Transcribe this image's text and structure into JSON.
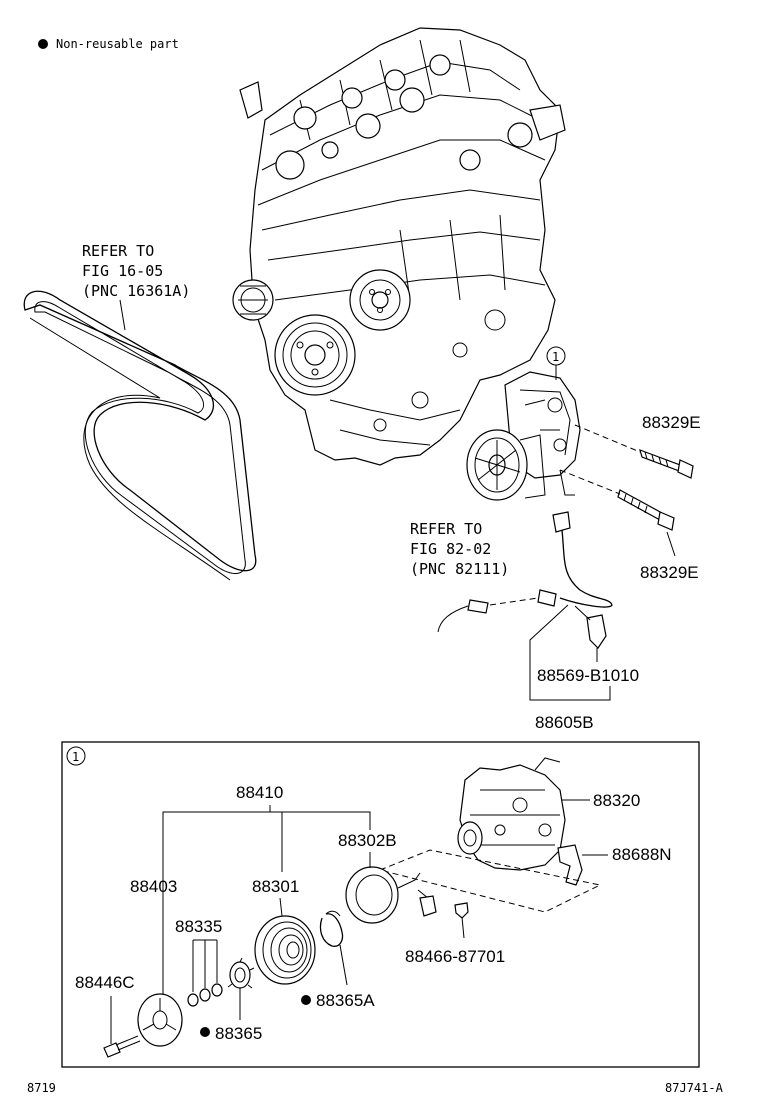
{
  "legend": {
    "text": "Non-reusable part"
  },
  "refs": [
    {
      "lines": [
        "REFER TO",
        "FIG 16-05",
        "(PNC 16361A)"
      ]
    },
    {
      "lines": [
        "REFER TO",
        "FIG 82-02",
        "(PNC 82111)"
      ]
    }
  ],
  "parts": {
    "p88329E_a": "88329E",
    "p88329E_b": "88329E",
    "p88569": "88569-B1010",
    "p88605B": "88605B",
    "p88410": "88410",
    "p88320": "88320",
    "p88302B": "88302B",
    "p88688N": "88688N",
    "p88403": "88403",
    "p88301": "88301",
    "p88335": "88335",
    "p88446C": "88446C",
    "p88365A": "88365A",
    "p88365": "88365",
    "p88466": "88466-87701"
  },
  "callout": {
    "number": "1"
  },
  "footer": {
    "left": "8719",
    "right": "87J741-A"
  }
}
